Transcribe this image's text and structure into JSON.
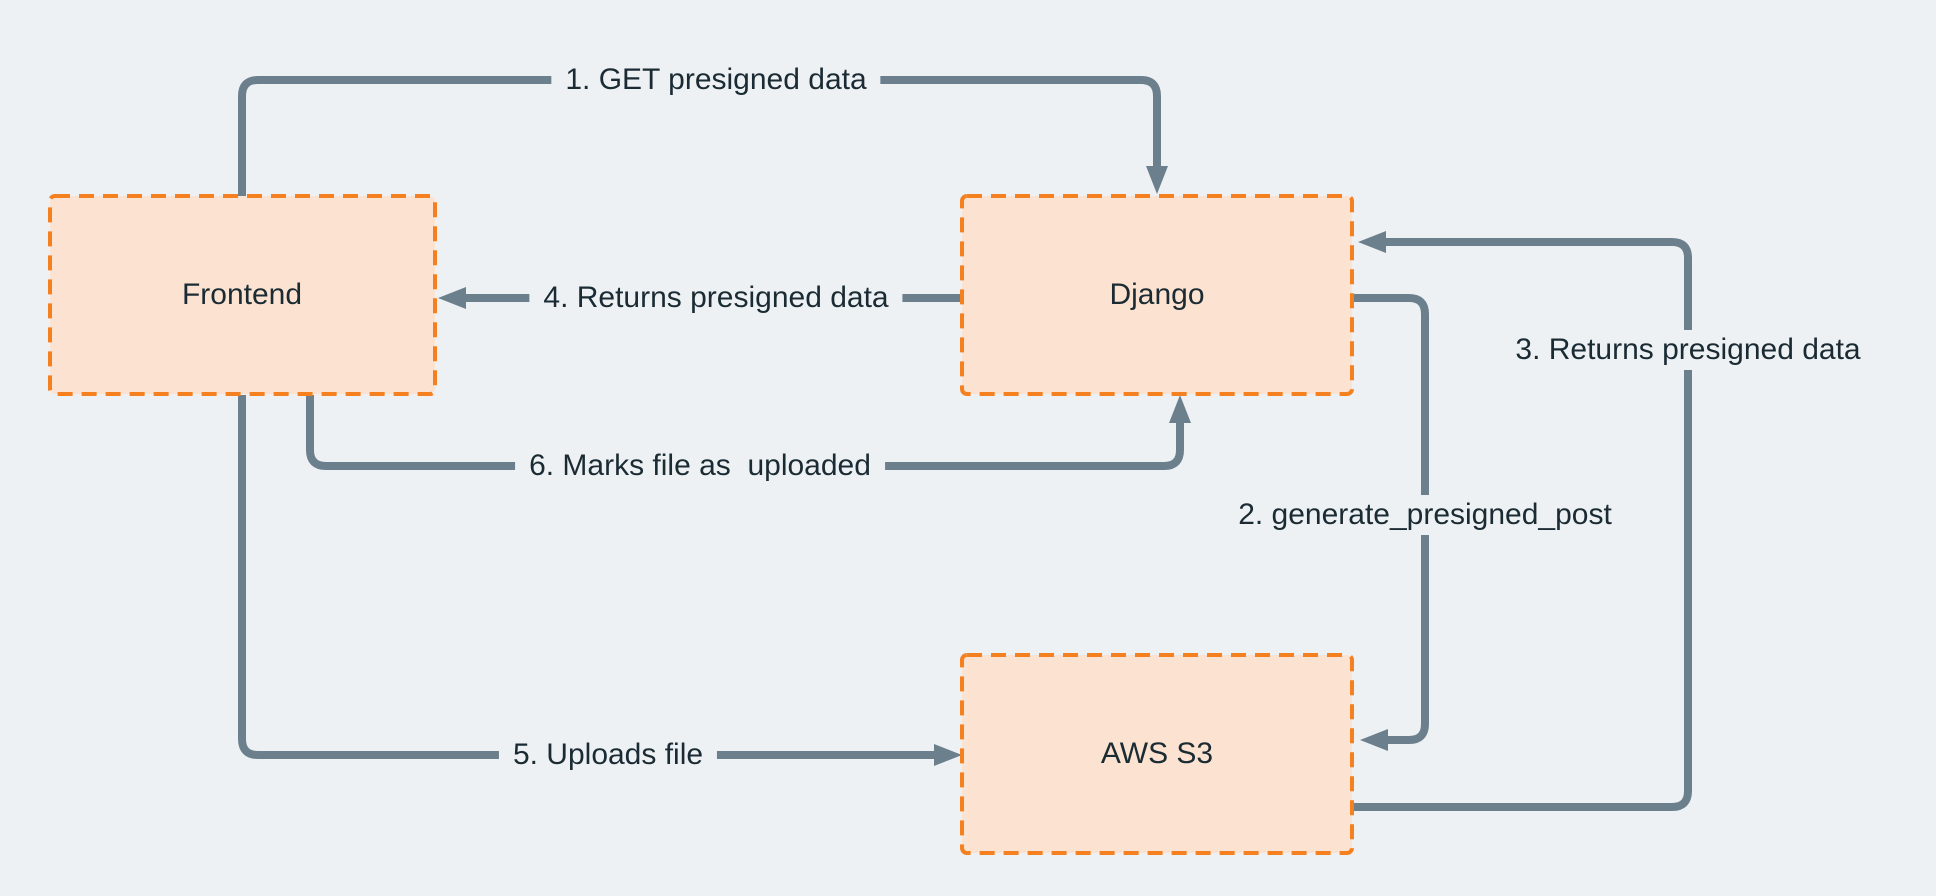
{
  "page": {
    "background_color": "#edf1f4"
  },
  "diagram": {
    "colors": {
      "node_fill": "#fce3d1",
      "node_border": "#f4801f",
      "arrow": "#6c7f8d",
      "label_text": "#1b2b33",
      "background": "#edf1f4"
    },
    "nodes": [
      {
        "id": "frontend",
        "label": "Frontend"
      },
      {
        "id": "django",
        "label": "Django"
      },
      {
        "id": "aws_s3",
        "label": "AWS S3"
      }
    ],
    "edges": [
      {
        "id": "edge-1",
        "label": "1. GET presigned data",
        "from": "Frontend",
        "to": "Django"
      },
      {
        "id": "edge-2",
        "label": "2. generate_presigned_post",
        "from": "Django",
        "to": "AWS S3"
      },
      {
        "id": "edge-3",
        "label": "3. Returns presigned data",
        "from": "AWS S3",
        "to": "Django"
      },
      {
        "id": "edge-4",
        "label": "4. Returns presigned data",
        "from": "Django",
        "to": "Frontend"
      },
      {
        "id": "edge-5",
        "label": "5. Uploads file",
        "from": "Frontend",
        "to": "AWS S3"
      },
      {
        "id": "edge-6",
        "label": "6. Marks file as  uploaded",
        "from": "Frontend",
        "to": "Django"
      }
    ]
  }
}
